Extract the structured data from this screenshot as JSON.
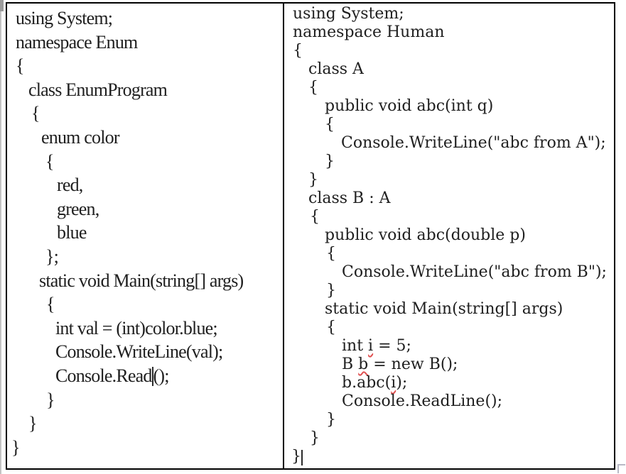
{
  "colors": {
    "background": "#ffffff",
    "table_border": "#000000",
    "text": "#1f1f1f",
    "spellcheck_squiggle": "#e05252",
    "caret": "#2a2a2a",
    "page_edge": "#9c9c9c",
    "resize_handle": "#b9b9c6"
  },
  "icons": {
    "table_resize_handle": "table-resize-handle"
  },
  "panels": [
    {
      "name": "enum-program-cell",
      "lines": [
        {
          "indent": 12,
          "seg": [
            {
              "t": "using System;"
            }
          ]
        },
        {
          "indent": 12,
          "seg": [
            {
              "t": "namespace Enum"
            }
          ]
        },
        {
          "indent": 12,
          "seg": [
            {
              "t": "{"
            }
          ]
        },
        {
          "indent": 30,
          "seg": [
            {
              "t": "class EnumProgram"
            }
          ]
        },
        {
          "indent": 34,
          "seg": [
            {
              "t": "{"
            }
          ]
        },
        {
          "indent": 48,
          "seg": [
            {
              "t": "enum color"
            }
          ]
        },
        {
          "indent": 54,
          "seg": [
            {
              "t": "{"
            }
          ]
        },
        {
          "indent": 70,
          "seg": [
            {
              "t": "red,"
            }
          ]
        },
        {
          "indent": 70,
          "seg": [
            {
              "t": "green,"
            }
          ]
        },
        {
          "indent": 70,
          "seg": [
            {
              "t": "blue"
            }
          ]
        },
        {
          "indent": 54,
          "seg": [
            {
              "t": "};"
            }
          ]
        },
        {
          "indent": 45,
          "seg": [
            {
              "t": "static void Main(string[] args)"
            }
          ]
        },
        {
          "indent": 55,
          "seg": [
            {
              "t": "{"
            }
          ]
        },
        {
          "indent": 68,
          "seg": [
            {
              "t": "int val = (int)color.blue;"
            }
          ]
        },
        {
          "indent": 68,
          "seg": [
            {
              "t": "Console.WriteLine(val);"
            }
          ]
        },
        {
          "indent": 68,
          "seg": [
            {
              "t": "Console.Read"
            },
            {
              "caret": true
            },
            {
              "t": "();"
            }
          ]
        },
        {
          "indent": 55,
          "seg": [
            {
              "t": "}"
            }
          ]
        },
        {
          "indent": 30,
          "seg": [
            {
              "t": "}"
            }
          ]
        },
        {
          "indent": 6,
          "seg": [
            {
              "t": "}"
            }
          ]
        }
      ]
    },
    {
      "name": "inheritance-program-cell",
      "lines": [
        {
          "indent": 12,
          "seg": [
            {
              "t": "using System;"
            }
          ]
        },
        {
          "indent": 12,
          "seg": [
            {
              "t": "namespace Human"
            }
          ]
        },
        {
          "indent": 12,
          "seg": [
            {
              "t": "{"
            }
          ]
        },
        {
          "indent": 34,
          "seg": [
            {
              "t": "class A"
            }
          ]
        },
        {
          "indent": 34,
          "seg": [
            {
              "t": "{"
            }
          ]
        },
        {
          "indent": 57,
          "seg": [
            {
              "t": "public void abc(int q)"
            }
          ]
        },
        {
          "indent": 57,
          "seg": [
            {
              "t": "{"
            }
          ]
        },
        {
          "indent": 80,
          "seg": [
            {
              "t": "Console.WriteLine(\"abc from A\");"
            }
          ]
        },
        {
          "indent": 57,
          "seg": [
            {
              "t": "}"
            }
          ]
        },
        {
          "indent": 34,
          "seg": [
            {
              "t": "}"
            }
          ]
        },
        {
          "indent": 34,
          "seg": [
            {
              "t": "class B : A"
            }
          ]
        },
        {
          "indent": 36,
          "seg": [
            {
              "t": "{"
            }
          ]
        },
        {
          "indent": 57,
          "seg": [
            {
              "t": "public void abc(double p)"
            }
          ]
        },
        {
          "indent": 59,
          "seg": [
            {
              "t": "{"
            }
          ]
        },
        {
          "indent": 81,
          "seg": [
            {
              "t": "Console.WriteLine(\"abc from B\");"
            }
          ]
        },
        {
          "indent": 59,
          "seg": [
            {
              "t": "}"
            }
          ]
        },
        {
          "indent": 57,
          "seg": [
            {
              "t": "static void Main(string[] args)"
            }
          ]
        },
        {
          "indent": 59,
          "seg": [
            {
              "t": "{"
            }
          ]
        },
        {
          "indent": 81,
          "seg": [
            {
              "t": "int "
            },
            {
              "t": "i",
              "sq": true
            },
            {
              "t": " = 5;"
            }
          ]
        },
        {
          "indent": 81,
          "seg": [
            {
              "t": "B "
            },
            {
              "t": "b",
              "sq": true
            },
            {
              "t": " = new B();"
            }
          ]
        },
        {
          "indent": 81,
          "seg": [
            {
              "t": "b.abc("
            },
            {
              "t": "i",
              "sq": true
            },
            {
              "t": ");"
            }
          ]
        },
        {
          "indent": 81,
          "seg": [
            {
              "t": "Console.ReadLine();"
            }
          ]
        },
        {
          "indent": 59,
          "seg": [
            {
              "t": "}"
            }
          ]
        },
        {
          "indent": 36,
          "seg": [
            {
              "t": "}"
            }
          ]
        },
        {
          "indent": 10,
          "seg": [
            {
              "t": "}"
            },
            {
              "caret": true
            }
          ]
        }
      ]
    }
  ]
}
